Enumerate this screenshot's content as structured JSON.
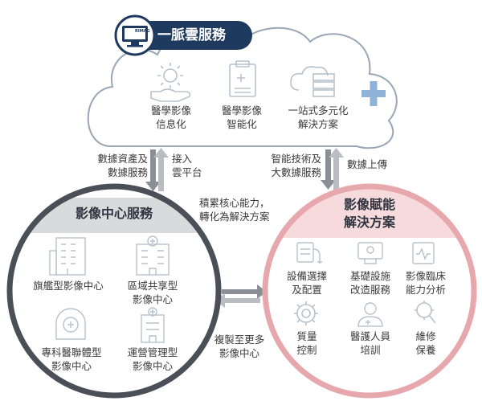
{
  "cloud": {
    "title": "一脈雲服務",
    "logo_text": "RIMAG",
    "items": [
      {
        "icon": "hand-gear-icon",
        "line1": "醫學影像",
        "line2": "信息化"
      },
      {
        "icon": "document-icon",
        "line1": "醫學影像",
        "line2": "智能化"
      },
      {
        "icon": "cloud-server-icon",
        "line1": "一站式多元化",
        "line2": "解決方案"
      }
    ]
  },
  "arrows": {
    "left_down": {
      "line1": "數據資產及",
      "line2": "數據服務"
    },
    "left_up": {
      "line1": "接入",
      "line2": "雲平台"
    },
    "right_down": {
      "line1": "智能技術及",
      "line2": "大數據服務"
    },
    "right_up": {
      "line1": "數據上傳"
    },
    "middle_note": {
      "line1": "積累核心能力，",
      "line2": "轉化為解決方案"
    },
    "bottom_note": {
      "line1": "複製至更多",
      "line2": "影像中心"
    }
  },
  "left_circle": {
    "title": "影像中心服務",
    "items": [
      {
        "icon": "building-icon",
        "line1": "旗艦型影像中心",
        "line2": ""
      },
      {
        "icon": "hospital-icon",
        "line1": "區域共享型",
        "line2": "影像中心"
      },
      {
        "icon": "ct-scanner-icon",
        "line1": "專科醫聯體型",
        "line2": "影像中心"
      },
      {
        "icon": "clinic-icon",
        "line1": "運營管理型",
        "line2": "影像中心"
      }
    ]
  },
  "right_circle": {
    "title_line1": "影像賦能",
    "title_line2": "解決方案",
    "items": [
      {
        "icon": "equipment-icon",
        "line1": "設備選擇",
        "line2": "及配置"
      },
      {
        "icon": "monitor-icon",
        "line1": "基礎設施",
        "line2": "改造服務"
      },
      {
        "icon": "analysis-icon",
        "line1": "影像臨床",
        "line2": "能力分析"
      },
      {
        "icon": "quality-gear-icon",
        "line1": "質量",
        "line2": "控制"
      },
      {
        "icon": "medical-staff-icon",
        "line1": "醫護人員",
        "line2": "培訓"
      },
      {
        "icon": "maintenance-icon",
        "line1": "維修",
        "line2": "保養"
      }
    ]
  },
  "colors": {
    "navy": "#1e3a5f",
    "cloud_stroke": "#9aa6b4",
    "gray_circle": "#4a4f58",
    "gray_header": "#d9dadc",
    "pink_circle": "#e7a8ad",
    "pink_header": "#f6dadc",
    "plus": "#8fb2d8",
    "icon": "#b8c2cc"
  }
}
